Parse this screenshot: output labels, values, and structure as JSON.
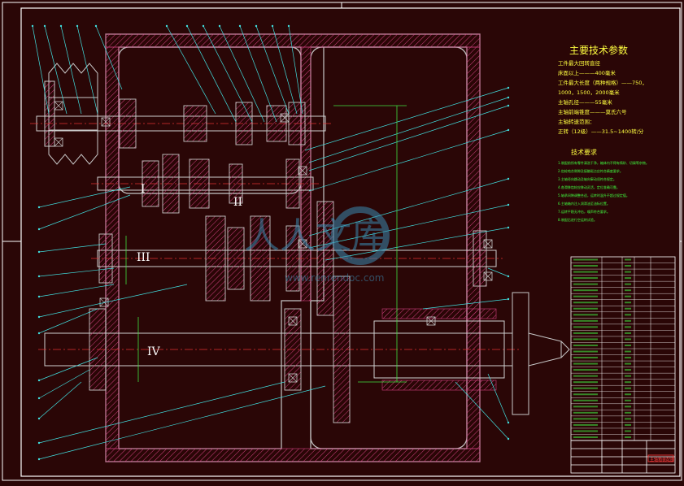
{
  "drawing": {
    "colors": {
      "background": "#2a0606",
      "frame": "#ffffff",
      "housing": "#c8c8c8",
      "hatch": "#d04080",
      "center_line": "#e03030",
      "leader": "#40e0e0",
      "dimension": "#40e040",
      "shaft": "#d0d0d0",
      "title_text": "#ffff40",
      "notes_text": "#40ff40",
      "table_line": "#ffffff",
      "watermark": "#3a8ab0"
    },
    "shaft_labels": [
      "I",
      "II",
      "III",
      "IV"
    ],
    "watermark": {
      "logo_chars": "人人文库",
      "url": "www.renrendoc.com"
    },
    "parameters": {
      "title": "主要技术参数",
      "lines": [
        "工件最大回转直径",
        "床面以上———400毫米",
        "工件最大长度（两种规格）——750，",
        "1000，1500，2000毫米",
        "主轴孔径———55毫米",
        "主轴前端锥度———莫氏六号",
        "主轴转速范围：",
        "正转（12级）——31.5~1400转/分"
      ]
    },
    "requirements": {
      "title": "技术要求",
      "lines": [
        "1.装配前所有零件清洗干净，箱体内不得有铸砂、切屑等杂物。",
        "2.齿轮啮合侧隙及接触斑点应符合精度要求。",
        "3.主轴径向跳动及轴向窜动须符合规定。",
        "4.各滑移齿轮应移动灵活，定位准确可靠。",
        "5.轴承间隙调整合适，运转时温升不超过规定值。",
        "6.主轴箱内注入润滑油至油标位置。",
        "7.运转平稳无冲击，噪声符合要求。",
        "8.装配后进行空运转试验。"
      ]
    },
    "title_block": {
      "name": "主轴箱装配图"
    }
  }
}
